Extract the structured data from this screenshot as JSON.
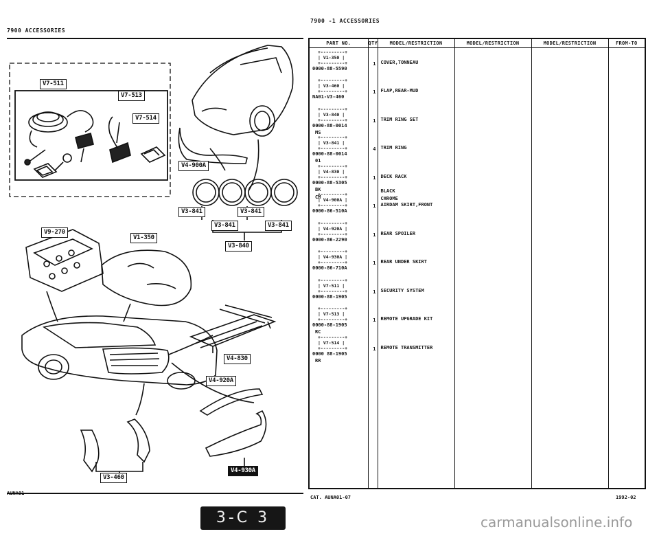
{
  "header": {
    "left_title": "7900    ACCESSORIES",
    "right_title": "7900 -1   ACCESSORIES"
  },
  "callouts": [
    "V7-511",
    "V7-513",
    "V7-514",
    "V4-900A",
    "V3-841",
    "V3-841",
    "V3-841",
    "V3-841",
    "V3-840",
    "V9-270",
    "V1-350",
    "V4-830",
    "V4-920A",
    "V3-460",
    "V4-930A"
  ],
  "table": {
    "headers": [
      "PART NO.",
      "QTY",
      "MODEL/RESTRICTION",
      "MODEL/RESTRICTION",
      "MODEL/RESTRICTION",
      "FROM-TO"
    ],
    "entries": [
      {
        "code": "V1-350",
        "number": "0000-88-5590",
        "qty": "1",
        "description": "COVER,TONNEAU",
        "sub": []
      },
      {
        "code": "V3-460",
        "number": "NA01-V3-460",
        "qty": "1",
        "description": "FLAP,REAR-MUD",
        "sub": []
      },
      {
        "code": "V3-840",
        "number": "0000-88-0014",
        "qty": "1",
        "description": "TRIM RING SET",
        "sub": [
          {
            "code": "MS",
            "text": ""
          }
        ]
      },
      {
        "code": "V3-841",
        "number": "0000-88-0014",
        "qty": "4",
        "description": "TRIM RING",
        "sub": [
          {
            "code": "01",
            "text": ""
          }
        ]
      },
      {
        "code": "V4-830",
        "number": "0000-88-5305",
        "qty": "1",
        "description": "DECK RACK",
        "sub": [
          {
            "code": "BK",
            "text": "BLACK"
          },
          {
            "code": "CM",
            "text": "CHROME"
          }
        ]
      },
      {
        "code": "V4-900A",
        "number": "0000-86-510A",
        "qty": "1",
        "description": "AIRDAM SKIRT,FRONT",
        "sub": []
      },
      {
        "code": "V4-920A",
        "number": "0000-86-2290",
        "qty": "1",
        "description": "REAR SPOILER",
        "sub": []
      },
      {
        "code": "V4-930A",
        "number": "0000-86-710A",
        "qty": "1",
        "description": "REAR UNDER SKIRT",
        "sub": []
      },
      {
        "code": "V7-511",
        "number": "0000-88-1905",
        "qty": "1",
        "description": "SECURITY SYSTEM",
        "sub": []
      },
      {
        "code": "V7-513",
        "number": "0000-88-1905",
        "qty": "1",
        "description": "REMOTE UPGRADE KIT",
        "sub": [
          {
            "code": "RC",
            "text": ""
          }
        ]
      },
      {
        "code": "V7-514",
        "number": "0000 88-1905",
        "qty": "1",
        "description": "REMOTE TRANSMITTER",
        "sub": [
          {
            "code": "RR",
            "text": ""
          }
        ]
      }
    ]
  },
  "footer": {
    "left": "AUNA01",
    "catalog": "CAT. AUNA01-07",
    "date": "1992-02",
    "page_label": "3-C 3",
    "watermark": "carmanualsonline.info"
  }
}
